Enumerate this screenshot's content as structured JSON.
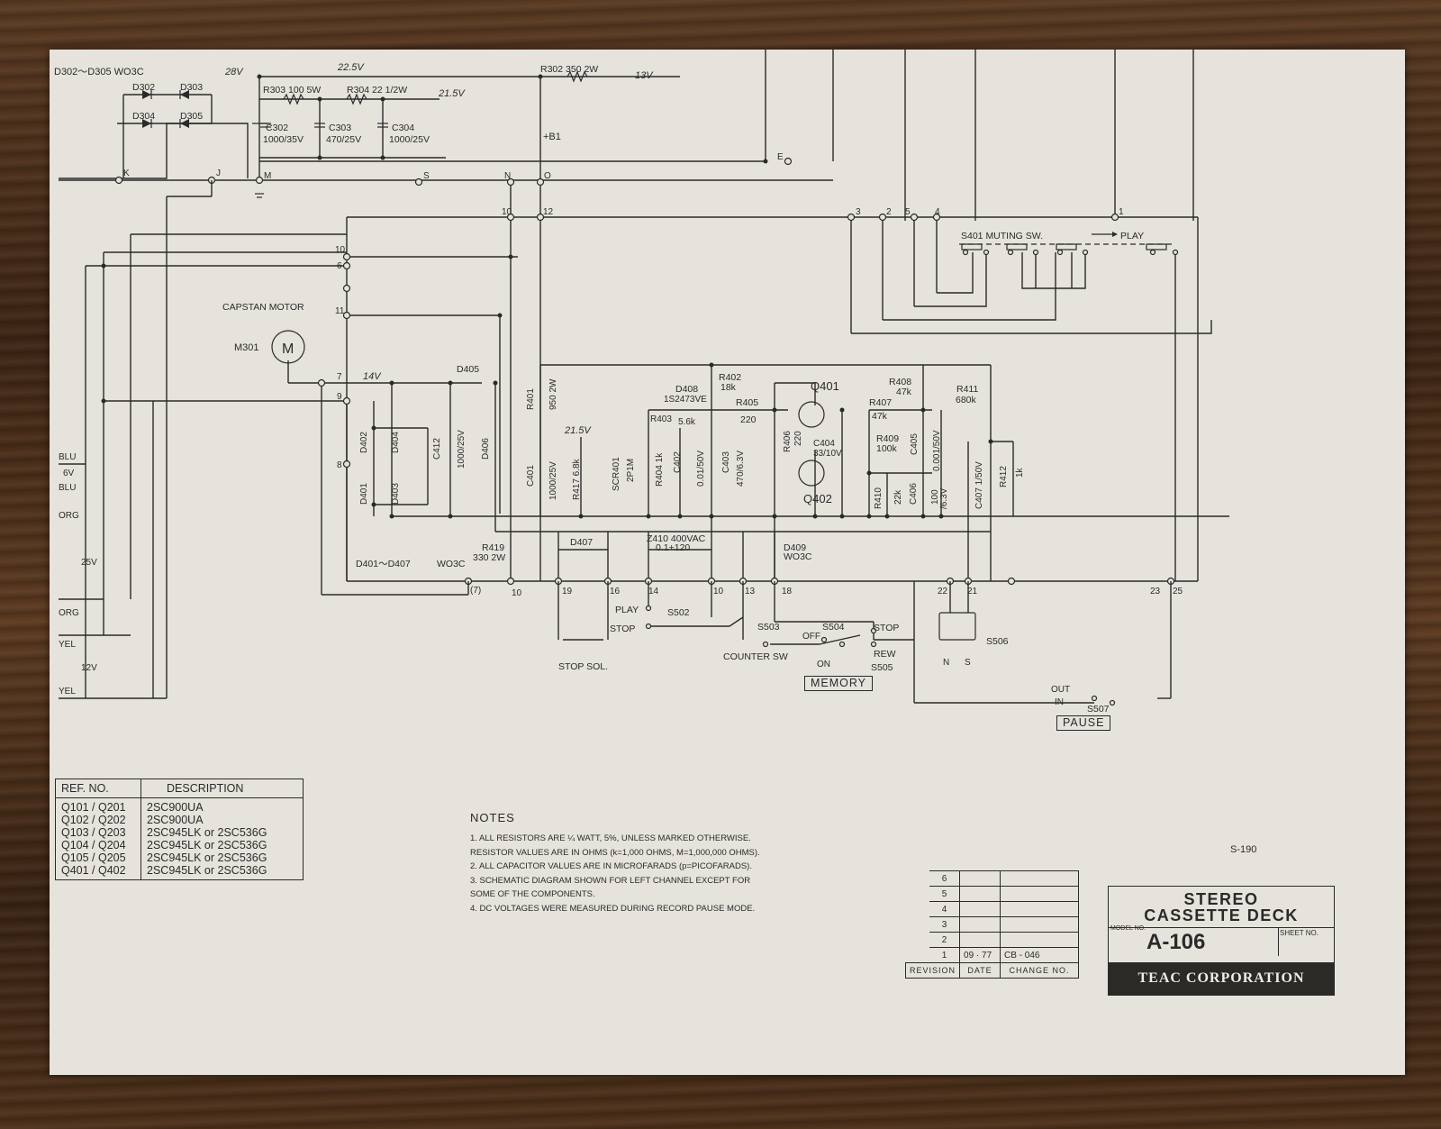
{
  "top_labels": {
    "diode_range": "D302～D305  WO3C",
    "v28": "28V",
    "v225": "22.5V",
    "v215a": "21.5V",
    "v13": "13V",
    "b1": "+B1",
    "r302": "R302  350 2W",
    "r303": "R303 100 5W",
    "r304": "R304  22 1/2W",
    "d302": "D302",
    "d303": "D303",
    "d304": "D304",
    "d305": "D305",
    "c302a": "C302",
    "c302b": "1000/35V",
    "c303a": "C303",
    "c303b": "470/25V",
    "c304a": "C304",
    "c304b": "1000/25V",
    "k": "K",
    "j": "J",
    "m": "M",
    "s": "S",
    "n": "N",
    "o": "O",
    "e": "E",
    "n10": "10",
    "n12": "12",
    "n3": "3",
    "n2": "2",
    "n5": "5",
    "n4": "4",
    "n1": "1"
  },
  "muting": {
    "label": "S401  MUTING SW.",
    "play": "PLAY"
  },
  "motor": {
    "title": "CAPSTAN MOTOR",
    "ref": "M301",
    "symbol": "M"
  },
  "left_pins": {
    "p10": "10",
    "p6": "6",
    "p11": "11",
    "p7": "7",
    "p9": "9",
    "p8": "8",
    "v14": "14V"
  },
  "left_wires": {
    "blu1": "BLU",
    "v6": "6V",
    "blu2": "BLU",
    "org1": "ORG",
    "v25": "25V",
    "org2": "ORG",
    "yel1": "YEL",
    "v12": "12V",
    "yel2": "YEL"
  },
  "components": {
    "d405": "D405",
    "d402": "D402",
    "d404": "D404",
    "d401": "D401",
    "d403": "D403",
    "c412a": "C412",
    "c412b": "1000/25V",
    "d406": "D406",
    "r401a": "R401",
    "r401b": "950  2W",
    "v215b": "21.5V",
    "c401a": "C401",
    "c401b": "1000/25V",
    "r417": "R417  6.8k",
    "scr401a": "SCR401",
    "scr401b": "2P1M",
    "d408a": "D408",
    "d408b": "1S2473VE",
    "r402a": "R402",
    "r402b": "18k",
    "r403": "R403",
    "r403v": "5.6k",
    "r404": "R404  1k",
    "c402a": "C402",
    "c402b": "0.01/50V",
    "c403a": "C403",
    "c403b": "470/6.3V",
    "r405a": "R405",
    "r405b": "220",
    "q401": "Q401",
    "q402": "Q402",
    "r406a": "R406",
    "r406b": "220",
    "c404a": "C404",
    "c404b": "33/10V",
    "r407a": "R407",
    "r407b": "47k",
    "r408a": "R408",
    "r408b": "47k",
    "r409a": "R409",
    "r409b": "100k",
    "c405a": "C405",
    "c405b": "0.001/50V",
    "r411a": "R411",
    "r411b": "680k",
    "r410a": "R410",
    "r410b": "22k",
    "c406a": "C406",
    "c406b": "100",
    "c406c": "/6.3V",
    "c407": "C407  1/50V",
    "r412a": "R412",
    "r412b": "1k",
    "d407": "D407",
    "z410a": "Z410  400VAC",
    "z410b": "0.1+120",
    "d409a": "D409",
    "d409b": "WO3C",
    "r419a": "R419",
    "r419b": "330  2W",
    "drange": "D401～D407",
    "dtype": "WO3C"
  },
  "bottom_pins": [
    "(7)",
    "10",
    "19",
    "16",
    "14",
    "10",
    "13",
    "18",
    "22",
    "21",
    "23",
    "25"
  ],
  "switches": {
    "play": "PLAY",
    "stop": "STOP",
    "s502": "S502",
    "stop_sol": "STOP SOL.",
    "s503": "S503",
    "s504": "S504",
    "off": "OFF",
    "on": "ON",
    "counter_sw": "COUNTER SW",
    "stop2": "STOP",
    "rew": "REW",
    "s505": "S505",
    "memory": "MEMORY",
    "s506": "S506",
    "n": "N",
    "s": "S",
    "out": "OUT",
    "in": "IN",
    "s507": "S507",
    "pause": "PAUSE"
  },
  "ref_table": {
    "headers": [
      "REF. NO.",
      "DESCRIPTION"
    ],
    "rows": [
      [
        "Q101 / Q201",
        "2SC900UA"
      ],
      [
        "Q102 / Q202",
        "2SC900UA"
      ],
      [
        "Q103 / Q203",
        "2SC945LK or 2SC536G"
      ],
      [
        "Q104 / Q204",
        "2SC945LK or 2SC536G"
      ],
      [
        "Q105 / Q205",
        "2SC945LK or 2SC536G"
      ],
      [
        "Q401 / Q402",
        "2SC945LK or 2SC536G"
      ]
    ]
  },
  "notes": {
    "title": "NOTES",
    "lines": [
      "1.  ALL RESISTORS ARE ¼ WATT, 5%, UNLESS MARKED OTHERWISE.",
      "     RESISTOR VALUES ARE IN OHMS (k=1,000 OHMS, M=1,000,000 OHMS).",
      "2.  ALL CAPACITOR VALUES ARE IN MICROFARADS (p=PICOFARADS).",
      "3.  SCHEMATIC DIAGRAM SHOWN FOR LEFT CHANNEL EXCEPT FOR",
      "     SOME OF THE COMPONENTS.",
      "4.  DC VOLTAGES WERE MEASURED DURING RECORD PAUSE MODE."
    ]
  },
  "revision": {
    "rows": [
      {
        "num": "6",
        "date": "",
        "change": ""
      },
      {
        "num": "5",
        "date": "",
        "change": ""
      },
      {
        "num": "4",
        "date": "",
        "change": ""
      },
      {
        "num": "3",
        "date": "",
        "change": ""
      },
      {
        "num": "2",
        "date": "",
        "change": ""
      },
      {
        "num": "1",
        "date": "09 · 77",
        "change": "CB - 046"
      }
    ],
    "headers": [
      "REVISION",
      "DATE",
      "CHANGE NO."
    ]
  },
  "title_block": {
    "line1": "STEREO",
    "line2": "CASSETTE  DECK",
    "model_label": "MODEL NO.",
    "model": "A-106",
    "sheet_label": "SHEET NO.",
    "company": "TEAC CORPORATION"
  },
  "sheet_code": "S-190"
}
